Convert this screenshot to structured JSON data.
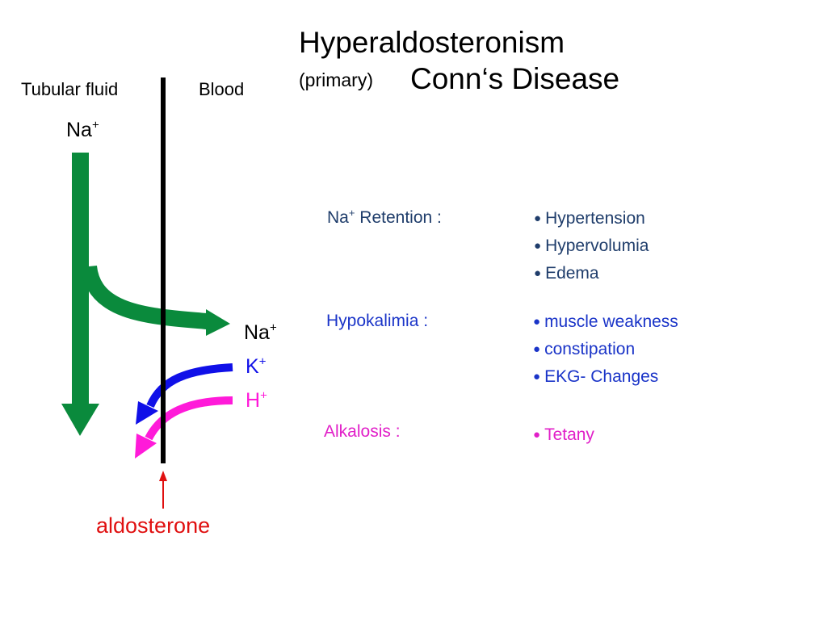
{
  "title": {
    "line1": "Hyperaldosteronism",
    "line2_small": "(primary)",
    "line2_big": "Conn‘s Disease"
  },
  "diagram": {
    "left_compartment": "Tubular fluid",
    "right_compartment": "Blood",
    "na_top": {
      "symbol": "Na",
      "charge": "+"
    },
    "na_right": {
      "symbol": "Na",
      "charge": "+"
    },
    "k_right": {
      "symbol": "K",
      "charge": "+"
    },
    "h_right": {
      "symbol": "H",
      "charge": "+"
    },
    "hormone": "aldosterone",
    "colors": {
      "na_arrow": "#0a8a3c",
      "k_arrow": "#1010e8",
      "h_arrow": "#ff1ad9",
      "membrane": "#000000",
      "hormone": "#e01010"
    }
  },
  "sections": [
    {
      "heading_symbol": "Na",
      "heading_charge": "+",
      "heading_rest": " Retention :",
      "items": [
        "Hypertension",
        "Hypervolumia",
        "Edema"
      ]
    },
    {
      "heading": "Hypokalimia :",
      "items": [
        "muscle weakness",
        "constipation",
        "EKG- Changes"
      ]
    },
    {
      "heading": "Alkalosis :",
      "items": [
        "Tetany"
      ]
    }
  ],
  "bullet_symbol": "●"
}
